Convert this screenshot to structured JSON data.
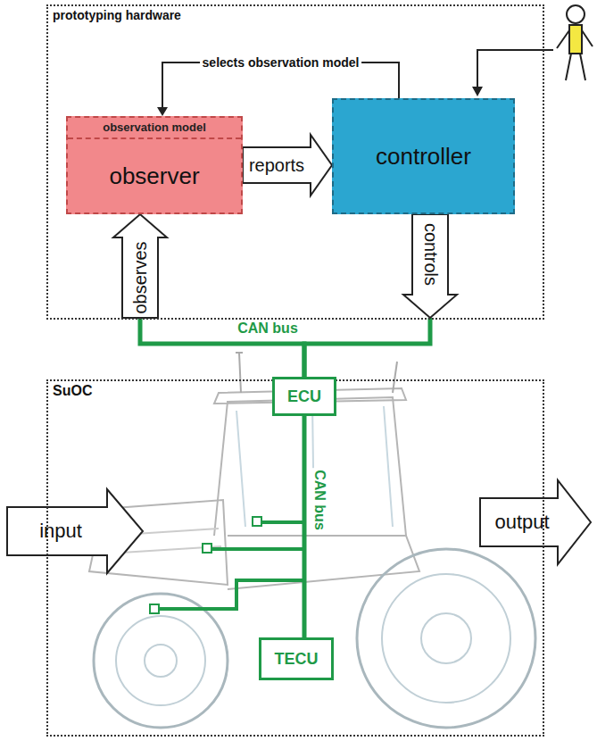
{
  "diagram": {
    "nodes": [
      {
        "text": [
          "prototyping hardware"
        ]
      },
      {
        "text": [
          "observation model",
          "observer"
        ],
        "in": 0
      },
      {
        "text": [
          "controller"
        ],
        "in": 0
      },
      {
        "text": [
          "SuOC"
        ]
      },
      {
        "text": [
          "ECU"
        ],
        "in": 3
      },
      {
        "text": [
          "TECU"
        ],
        "in": 3
      }
    ],
    "edges": [
      {
        "from": 2,
        "to": 1,
        "label": "selects observation model",
        "arrow": "to"
      },
      {
        "from": 1,
        "to": 2,
        "label": "reports",
        "arrow": "to"
      },
      {
        "from": 4,
        "to": 1,
        "label": "observes",
        "arrow": "to"
      },
      {
        "from": 2,
        "to": 4,
        "label": "controls",
        "arrow": "to"
      },
      {
        "from": 4,
        "to": 5,
        "label": "CAN bus",
        "arrow": "none"
      }
    ],
    "labels": [
      "CAN bus",
      "input",
      "output"
    ]
  }
}
